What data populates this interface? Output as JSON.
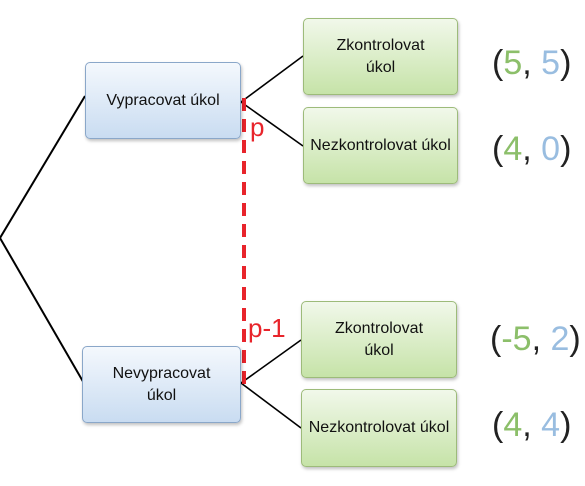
{
  "colors": {
    "player1_payoff": "#8cbf6a",
    "player2_payoff": "#99bde0",
    "info_set_line": "#e8242b",
    "first_node_fill": "#dbe8f6",
    "second_node_fill": "#dcefc9"
  },
  "first_stage": {
    "top_node": "Vypracovat úkol",
    "bottom_node": "Nevypracovat úkol"
  },
  "second_stage": {
    "top_check": "Zkontrolovat úkol",
    "top_nocheck": "Nezkontrolovat úkol",
    "bottom_check": "Zkontrolovat úkol",
    "bottom_nocheck": "Nezkontrolovat úkol"
  },
  "probabilities": {
    "top": "p",
    "bottom": "p-1"
  },
  "payoffs": [
    {
      "p1": "5",
      "p2": "5"
    },
    {
      "p1": "4",
      "p2": "0"
    },
    {
      "p1": "-5",
      "p2": "2"
    },
    {
      "p1": "4",
      "p2": "4"
    }
  ],
  "punct": {
    "open": "(",
    "sep": ", ",
    "close": ")"
  }
}
